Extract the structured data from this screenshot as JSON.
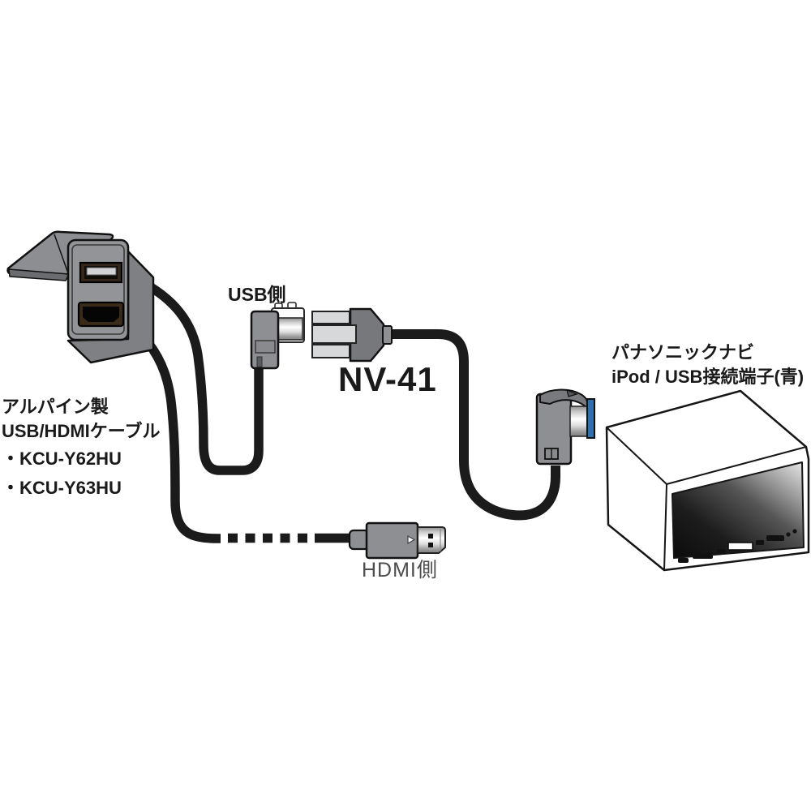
{
  "diagram": {
    "product_label": "NV-41",
    "labels": {
      "usb_side": "USB側",
      "hdmi_side": "HDMI側",
      "navi_line1": "パナソニックナビ",
      "navi_line2": "iPod / USB接続端子(青)",
      "alpine_line1": "アルパイン製",
      "alpine_line2": "USB/HDMIケーブル",
      "model_1": "・KCU-Y62HU",
      "model_2": "・KCU-Y63HU"
    },
    "colors": {
      "cable_black": "#1b1b1b",
      "connector_gray": "#8e8f92",
      "connector_dark_gray": "#77787b",
      "connector_light_gray": "#d7d8da",
      "blue_terminal": "#2e6fae",
      "background": "#ffffff"
    }
  }
}
